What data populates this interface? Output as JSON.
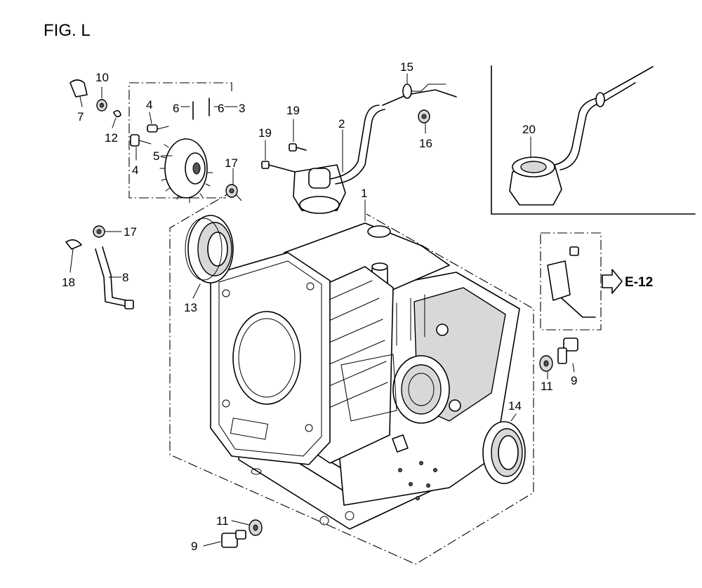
{
  "figure": {
    "title": "FIG. L",
    "reference": "E-12"
  },
  "callouts": [
    "1",
    "2",
    "3",
    "4",
    "4",
    "5",
    "6",
    "6",
    "7",
    "8",
    "9",
    "9",
    "10",
    "11",
    "11",
    "12",
    "13",
    "14",
    "15",
    "16",
    "17",
    "17",
    "18",
    "19",
    "19",
    "20"
  ]
}
